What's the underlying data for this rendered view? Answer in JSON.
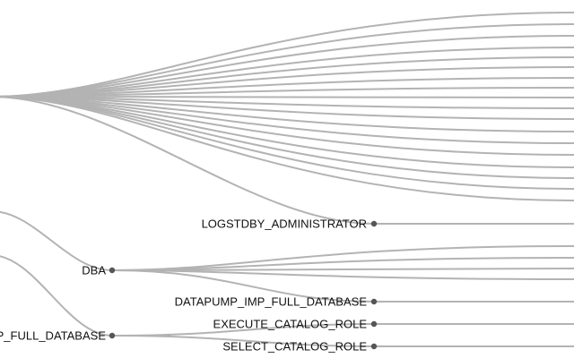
{
  "tree": {
    "nodes": [
      {
        "id": "logstdby",
        "label": "LOGSTDBY_ADMINISTRATOR"
      },
      {
        "id": "dba",
        "label": "DBA"
      },
      {
        "id": "datapump_imp",
        "label": "DATAPUMP_IMP_FULL_DATABASE"
      },
      {
        "id": "exp_full",
        "label": "P_FULL_DATABASE"
      },
      {
        "id": "execute_catalog",
        "label": "EXECUTE_CATALOG_ROLE"
      },
      {
        "id": "select_catalog",
        "label": "SELECT_CATALOG_ROLE"
      }
    ],
    "colors": {
      "link": "#b3b3b3",
      "highlight": "#555555",
      "node": "#555555",
      "text": "#111111"
    }
  }
}
